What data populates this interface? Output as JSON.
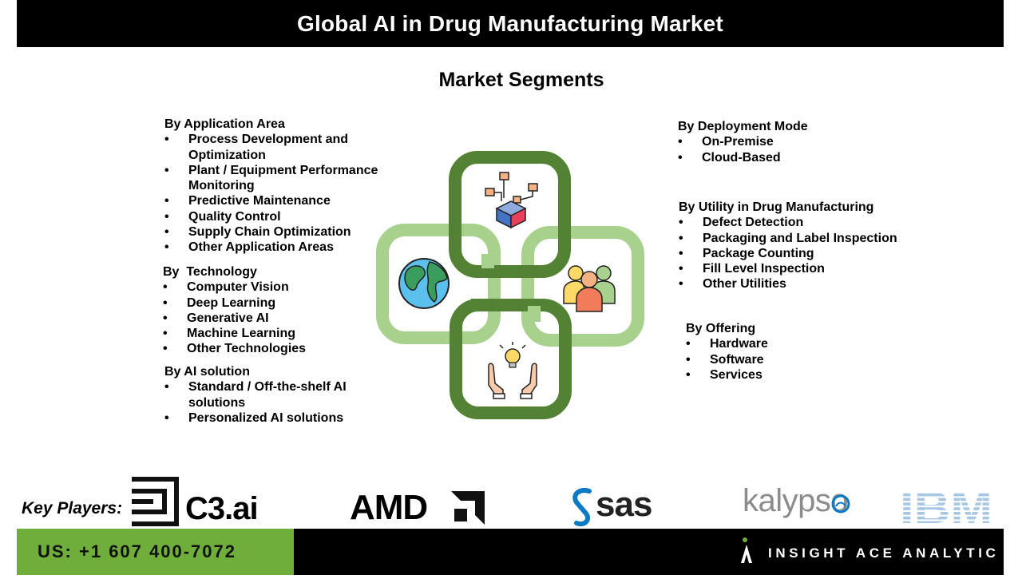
{
  "title": "Global AI in Drug Manufacturing Market",
  "subtitle": "Market Segments",
  "segments": {
    "application": {
      "heading": "By Application Area",
      "items": [
        "Process Development and Optimization",
        "Plant / Equipment Performance Monitoring",
        "Predictive Maintenance",
        "Quality Control",
        "Supply Chain Optimization",
        "Other Application Areas"
      ]
    },
    "technology": {
      "heading": "By  Technology",
      "items": [
        "Computer Vision",
        "Deep Learning",
        "Generative AI",
        "Machine Learning",
        "Other Technologies"
      ]
    },
    "ai_solution": {
      "heading": "By AI solution",
      "items": [
        "Standard / Off-the-shelf AI solutions",
        "Personalized AI solutions"
      ]
    },
    "deployment": {
      "heading": "By Deployment Mode",
      "items": [
        "On-Premise",
        "Cloud-Based"
      ]
    },
    "utility": {
      "heading": "By Utility in Drug Manufacturing",
      "items": [
        "Defect Detection",
        "Packaging and Label Inspection",
        "Package Counting",
        "Fill Level Inspection",
        "Other Utilities"
      ]
    },
    "offering": {
      "heading": "By Offering",
      "items": [
        "Hardware",
        "Software",
        "Services"
      ]
    }
  },
  "key_players_label": "Key Players:",
  "logos": {
    "c3": "C3.ai",
    "amd": "AMD",
    "sas": "sas",
    "kalypso": "kalypso",
    "ibm": "IBM"
  },
  "footer": {
    "phone": "US: +1 607 400-7072",
    "brand": "INSIGHT ACE ANALYTIC"
  },
  "colors": {
    "dark_green": "#548235",
    "light_green": "#a9d18e",
    "footer_green": "#6fae3b",
    "sas_blue": "#0b7ac4",
    "ibm_blue": "#1f70c1"
  }
}
